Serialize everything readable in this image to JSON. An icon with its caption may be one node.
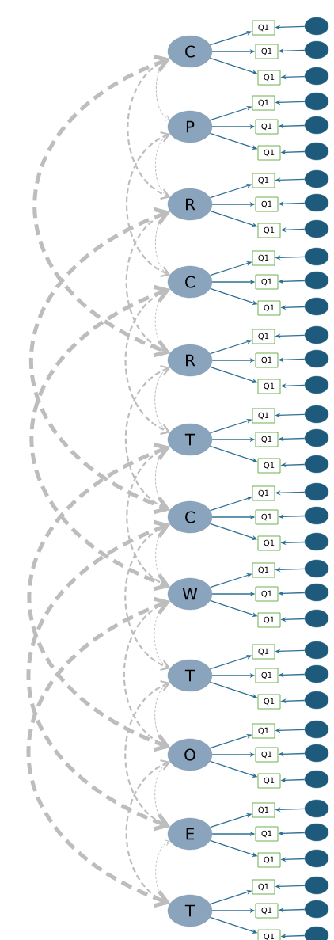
{
  "diagram": {
    "nodes": [
      {
        "text": [
          "C"
        ]
      },
      {
        "text": [
          "Q1"
        ]
      },
      {
        "text": [],
        "shape": "circle"
      },
      {
        "text": [
          "Q1"
        ]
      },
      {
        "text": [],
        "shape": "circle"
      },
      {
        "text": [
          "Q1"
        ]
      },
      {
        "text": [],
        "shape": "circle"
      },
      {
        "text": [
          "P"
        ]
      },
      {
        "text": [
          "Q1"
        ]
      },
      {
        "text": [],
        "shape": "circle"
      },
      {
        "text": [
          "Q1"
        ]
      },
      {
        "text": [],
        "shape": "circle"
      },
      {
        "text": [
          "Q1"
        ]
      },
      {
        "text": [],
        "shape": "circle"
      },
      {
        "text": [
          "R"
        ]
      },
      {
        "text": [
          "Q1"
        ]
      },
      {
        "text": [],
        "shape": "circle"
      },
      {
        "text": [
          "Q1"
        ]
      },
      {
        "text": [],
        "shape": "circle"
      },
      {
        "text": [
          "Q1"
        ]
      },
      {
        "text": [],
        "shape": "circle"
      },
      {
        "text": [
          "C"
        ]
      },
      {
        "text": [
          "Q1"
        ]
      },
      {
        "text": [],
        "shape": "circle"
      },
      {
        "text": [
          "Q1"
        ]
      },
      {
        "text": [],
        "shape": "circle"
      },
      {
        "text": [
          "Q1"
        ]
      },
      {
        "text": [],
        "shape": "circle"
      },
      {
        "text": [
          "R"
        ]
      },
      {
        "text": [
          "Q1"
        ]
      },
      {
        "text": [],
        "shape": "circle"
      },
      {
        "text": [
          "Q1"
        ]
      },
      {
        "text": [],
        "shape": "circle"
      },
      {
        "text": [
          "Q1"
        ]
      },
      {
        "text": [],
        "shape": "circle"
      },
      {
        "text": [
          "T"
        ]
      },
      {
        "text": [
          "Q1"
        ]
      },
      {
        "text": [],
        "shape": "circle"
      },
      {
        "text": [
          "Q1"
        ]
      },
      {
        "text": [],
        "shape": "circle"
      },
      {
        "text": [
          "Q1"
        ]
      },
      {
        "text": [],
        "shape": "circle"
      },
      {
        "text": [
          "C"
        ]
      },
      {
        "text": [
          "Q1"
        ]
      },
      {
        "text": [],
        "shape": "circle"
      },
      {
        "text": [
          "Q1"
        ]
      },
      {
        "text": [],
        "shape": "circle"
      },
      {
        "text": [
          "Q1"
        ]
      },
      {
        "text": [],
        "shape": "circle"
      },
      {
        "text": [
          "W"
        ]
      },
      {
        "text": [
          "Q1"
        ]
      },
      {
        "text": [],
        "shape": "circle"
      },
      {
        "text": [
          "Q1"
        ]
      },
      {
        "text": [],
        "shape": "circle"
      },
      {
        "text": [
          "Q1"
        ]
      },
      {
        "text": [],
        "shape": "circle"
      },
      {
        "text": [
          "T"
        ]
      },
      {
        "text": [
          "Q1"
        ]
      },
      {
        "text": [],
        "shape": "circle"
      },
      {
        "text": [
          "Q1"
        ]
      },
      {
        "text": [],
        "shape": "circle"
      },
      {
        "text": [
          "Q1"
        ]
      },
      {
        "text": [],
        "shape": "circle"
      },
      {
        "text": [
          "O"
        ]
      },
      {
        "text": [
          "Q1"
        ]
      },
      {
        "text": [],
        "shape": "circle"
      },
      {
        "text": [
          "Q1"
        ]
      },
      {
        "text": [],
        "shape": "circle"
      },
      {
        "text": [
          "Q1"
        ]
      },
      {
        "text": [],
        "shape": "circle"
      },
      {
        "text": [
          "E"
        ]
      },
      {
        "text": [
          "Q1"
        ]
      },
      {
        "text": [],
        "shape": "circle"
      },
      {
        "text": [
          "Q1"
        ]
      },
      {
        "text": [],
        "shape": "circle"
      },
      {
        "text": [
          "Q1"
        ]
      },
      {
        "text": [],
        "shape": "circle"
      },
      {
        "text": [
          "T"
        ]
      },
      {
        "text": [
          "Q1"
        ]
      },
      {
        "text": [],
        "shape": "circle"
      },
      {
        "text": [
          "Q1"
        ]
      },
      {
        "text": [],
        "shape": "circle"
      },
      {
        "text": [
          "Q1"
        ]
      },
      {
        "text": [],
        "shape": "circle"
      }
    ],
    "edges": [
      {
        "from": 0,
        "to": 1,
        "arrow": "to"
      },
      {
        "from": 2,
        "to": 1,
        "arrow": "to"
      },
      {
        "from": 0,
        "to": 3,
        "arrow": "to"
      },
      {
        "from": 4,
        "to": 3,
        "arrow": "to"
      },
      {
        "from": 0,
        "to": 5,
        "arrow": "to"
      },
      {
        "from": 6,
        "to": 5,
        "arrow": "to"
      },
      {
        "from": 7,
        "to": 8,
        "arrow": "to"
      },
      {
        "from": 9,
        "to": 8,
        "arrow": "to"
      },
      {
        "from": 7,
        "to": 10,
        "arrow": "to"
      },
      {
        "from": 11,
        "to": 10,
        "arrow": "to"
      },
      {
        "from": 7,
        "to": 12,
        "arrow": "to"
      },
      {
        "from": 13,
        "to": 12,
        "arrow": "to"
      },
      {
        "from": 14,
        "to": 15,
        "arrow": "to"
      },
      {
        "from": 16,
        "to": 15,
        "arrow": "to"
      },
      {
        "from": 14,
        "to": 17,
        "arrow": "to"
      },
      {
        "from": 18,
        "to": 17,
        "arrow": "to"
      },
      {
        "from": 14,
        "to": 19,
        "arrow": "to"
      },
      {
        "from": 20,
        "to": 19,
        "arrow": "to"
      },
      {
        "from": 21,
        "to": 22,
        "arrow": "to"
      },
      {
        "from": 23,
        "to": 22,
        "arrow": "to"
      },
      {
        "from": 21,
        "to": 24,
        "arrow": "to"
      },
      {
        "from": 25,
        "to": 24,
        "arrow": "to"
      },
      {
        "from": 21,
        "to": 26,
        "arrow": "to"
      },
      {
        "from": 27,
        "to": 26,
        "arrow": "to"
      },
      {
        "from": 28,
        "to": 29,
        "arrow": "to"
      },
      {
        "from": 30,
        "to": 29,
        "arrow": "to"
      },
      {
        "from": 28,
        "to": 31,
        "arrow": "to"
      },
      {
        "from": 32,
        "to": 31,
        "arrow": "to"
      },
      {
        "from": 28,
        "to": 33,
        "arrow": "to"
      },
      {
        "from": 34,
        "to": 33,
        "arrow": "to"
      },
      {
        "from": 35,
        "to": 36,
        "arrow": "to"
      },
      {
        "from": 37,
        "to": 36,
        "arrow": "to"
      },
      {
        "from": 35,
        "to": 38,
        "arrow": "to"
      },
      {
        "from": 39,
        "to": 38,
        "arrow": "to"
      },
      {
        "from": 35,
        "to": 40,
        "arrow": "to"
      },
      {
        "from": 41,
        "to": 40,
        "arrow": "to"
      },
      {
        "from": 42,
        "to": 43,
        "arrow": "to"
      },
      {
        "from": 44,
        "to": 43,
        "arrow": "to"
      },
      {
        "from": 42,
        "to": 45,
        "arrow": "to"
      },
      {
        "from": 46,
        "to": 45,
        "arrow": "to"
      },
      {
        "from": 42,
        "to": 47,
        "arrow": "to"
      },
      {
        "from": 48,
        "to": 47,
        "arrow": "to"
      },
      {
        "from": 49,
        "to": 50,
        "arrow": "to"
      },
      {
        "from": 51,
        "to": 50,
        "arrow": "to"
      },
      {
        "from": 49,
        "to": 52,
        "arrow": "to"
      },
      {
        "from": 53,
        "to": 52,
        "arrow": "to"
      },
      {
        "from": 49,
        "to": 54,
        "arrow": "to"
      },
      {
        "from": 55,
        "to": 54,
        "arrow": "to"
      },
      {
        "from": 56,
        "to": 57,
        "arrow": "to"
      },
      {
        "from": 58,
        "to": 57,
        "arrow": "to"
      },
      {
        "from": 56,
        "to": 59,
        "arrow": "to"
      },
      {
        "from": 60,
        "to": 59,
        "arrow": "to"
      },
      {
        "from": 56,
        "to": 61,
        "arrow": "to"
      },
      {
        "from": 62,
        "to": 61,
        "arrow": "to"
      },
      {
        "from": 63,
        "to": 64,
        "arrow": "to"
      },
      {
        "from": 65,
        "to": 64,
        "arrow": "to"
      },
      {
        "from": 63,
        "to": 66,
        "arrow": "to"
      },
      {
        "from": 67,
        "to": 66,
        "arrow": "to"
      },
      {
        "from": 63,
        "to": 68,
        "arrow": "to"
      },
      {
        "from": 69,
        "to": 68,
        "arrow": "to"
      },
      {
        "from": 70,
        "to": 71,
        "arrow": "to"
      },
      {
        "from": 72,
        "to": 71,
        "arrow": "to"
      },
      {
        "from": 70,
        "to": 73,
        "arrow": "to"
      },
      {
        "from": 74,
        "to": 73,
        "arrow": "to"
      },
      {
        "from": 70,
        "to": 75,
        "arrow": "to"
      },
      {
        "from": 76,
        "to": 75,
        "arrow": "to"
      },
      {
        "from": 77,
        "to": 78,
        "arrow": "to"
      },
      {
        "from": 79,
        "to": 78,
        "arrow": "to"
      },
      {
        "from": 77,
        "to": 80,
        "arrow": "to"
      },
      {
        "from": 81,
        "to": 80,
        "arrow": "to"
      },
      {
        "from": 77,
        "to": 82,
        "arrow": "to"
      },
      {
        "from": 83,
        "to": 82,
        "arrow": "to"
      },
      {
        "from": 0,
        "to": 7,
        "arrow": "both",
        "style": "dashed",
        "color": "#bdbdbd"
      },
      {
        "from": 7,
        "to": 14,
        "arrow": "both",
        "style": "dashed",
        "color": "#bdbdbd"
      },
      {
        "from": 14,
        "to": 21,
        "arrow": "both",
        "style": "dashed",
        "color": "#bdbdbd"
      },
      {
        "from": 21,
        "to": 28,
        "arrow": "both",
        "style": "dashed",
        "color": "#bdbdbd"
      },
      {
        "from": 28,
        "to": 35,
        "arrow": "both",
        "style": "dashed",
        "color": "#bdbdbd"
      },
      {
        "from": 35,
        "to": 42,
        "arrow": "both",
        "style": "dashed",
        "color": "#bdbdbd"
      },
      {
        "from": 42,
        "to": 49,
        "arrow": "both",
        "style": "dashed",
        "color": "#bdbdbd"
      },
      {
        "from": 49,
        "to": 56,
        "arrow": "both",
        "style": "dashed",
        "color": "#bdbdbd"
      },
      {
        "from": 56,
        "to": 63,
        "arrow": "both",
        "style": "dashed",
        "color": "#bdbdbd"
      },
      {
        "from": 63,
        "to": 70,
        "arrow": "both",
        "style": "dashed",
        "color": "#bdbdbd"
      },
      {
        "from": 70,
        "to": 77,
        "arrow": "both",
        "style": "dashed",
        "color": "#bdbdbd"
      },
      {
        "from": 0,
        "to": 14,
        "arrow": "both",
        "style": "dashed",
        "color": "#bdbdbd"
      },
      {
        "from": 7,
        "to": 21,
        "arrow": "both",
        "style": "dashed",
        "color": "#bdbdbd"
      },
      {
        "from": 14,
        "to": 28,
        "arrow": "both",
        "style": "dashed",
        "color": "#bdbdbd"
      },
      {
        "from": 21,
        "to": 35,
        "arrow": "both",
        "style": "dashed",
        "color": "#bdbdbd"
      },
      {
        "from": 28,
        "to": 42,
        "arrow": "both",
        "style": "dashed",
        "color": "#bdbdbd"
      },
      {
        "from": 35,
        "to": 49,
        "arrow": "both",
        "style": "dashed",
        "color": "#bdbdbd"
      },
      {
        "from": 42,
        "to": 56,
        "arrow": "both",
        "style": "dashed",
        "color": "#bdbdbd"
      },
      {
        "from": 49,
        "to": 63,
        "arrow": "both",
        "style": "dashed",
        "color": "#bdbdbd"
      },
      {
        "from": 56,
        "to": 70,
        "arrow": "both",
        "style": "dashed",
        "color": "#bdbdbd"
      },
      {
        "from": 63,
        "to": 77,
        "arrow": "both",
        "style": "dashed",
        "color": "#bdbdbd"
      },
      {
        "from": 0,
        "to": 28,
        "arrow": "both",
        "style": "dashed",
        "color": "#bdbdbd"
      },
      {
        "from": 14,
        "to": 42,
        "arrow": "both",
        "style": "dashed",
        "color": "#bdbdbd"
      },
      {
        "from": 21,
        "to": 49,
        "arrow": "both",
        "style": "dashed",
        "color": "#bdbdbd"
      },
      {
        "from": 35,
        "to": 63,
        "arrow": "both",
        "style": "dashed",
        "color": "#bdbdbd"
      },
      {
        "from": 42,
        "to": 70,
        "arrow": "both",
        "style": "dashed",
        "color": "#bdbdbd"
      },
      {
        "from": 49,
        "to": 77,
        "arrow": "both",
        "style": "dashed",
        "color": "#bdbdbd"
      }
    ]
  }
}
